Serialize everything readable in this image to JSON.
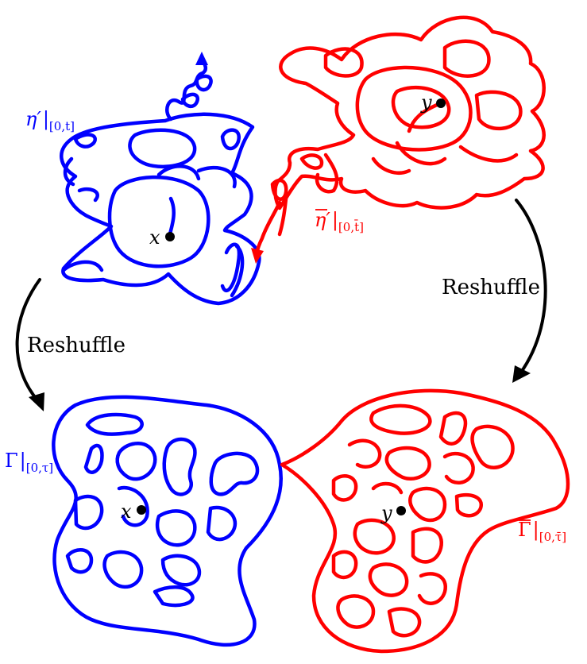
{
  "colors": {
    "blue_stroke": "#0000ff",
    "blue_fill": "#add8e6",
    "red_stroke": "#ff0000",
    "red_fill": "#ffc0cb",
    "black": "#000000"
  },
  "labels": {
    "eta_main": "η′",
    "eta_sub": "[0,t]",
    "eta_bar_main": "η′",
    "eta_bar_sub": "[0,t̄]",
    "x_point": "x",
    "y_point": "y",
    "reshuffle_left": "Reshuffle",
    "reshuffle_right": "Reshuffle",
    "gamma_main": "Γ",
    "gamma_sub": "[0,τ]",
    "gamma_bar_main": "Γ",
    "gamma_bar_sub": "[0,τ̄]",
    "x_point_bottom": "x",
    "y_point_bottom": "y"
  }
}
